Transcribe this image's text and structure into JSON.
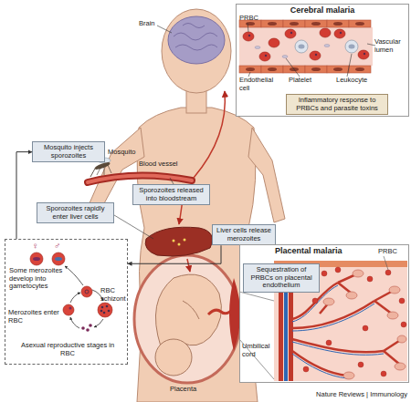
{
  "diagram": {
    "nodes": [
      {
        "text": [
          "Cerebral malaria"
        ]
      },
      {
        "text": [
          "Inflammatory response to PRBCs and parasite toxins"
        ],
        "in": 0
      },
      {
        "text": [
          "Mosquito injects sporozoites"
        ]
      },
      {
        "text": [
          "Sporozoites released into bloodstream"
        ]
      },
      {
        "text": [
          "Sporozoites rapidly enter liver cells"
        ]
      },
      {
        "text": [
          "Some merozoites develop into gametocytes",
          "Merozoites enter RBC",
          "RBC schizont",
          "Asexual reproductive stages in RBC"
        ]
      },
      {
        "text": [
          "Liver cells release merozoites"
        ]
      },
      {
        "text": [
          "Placental malaria"
        ]
      },
      {
        "text": [
          "Sequestration of PRBCs on placental endothelium"
        ],
        "in": 7
      }
    ],
    "edges": [
      {
        "from": 5,
        "to": 2,
        "arrow": "to"
      },
      {
        "from": 6,
        "to": 5,
        "arrow": "to"
      }
    ],
    "labels": [
      "Brain",
      "PRBC",
      "Platelet",
      "Leukocyte",
      "Endothelial cell",
      "Vascular lumen",
      "Mosquito",
      "Blood vessel",
      "♀",
      "♂",
      "Placenta",
      "PRBC",
      "Umbilical cord",
      "Nature Reviews | Immunology"
    ]
  }
}
